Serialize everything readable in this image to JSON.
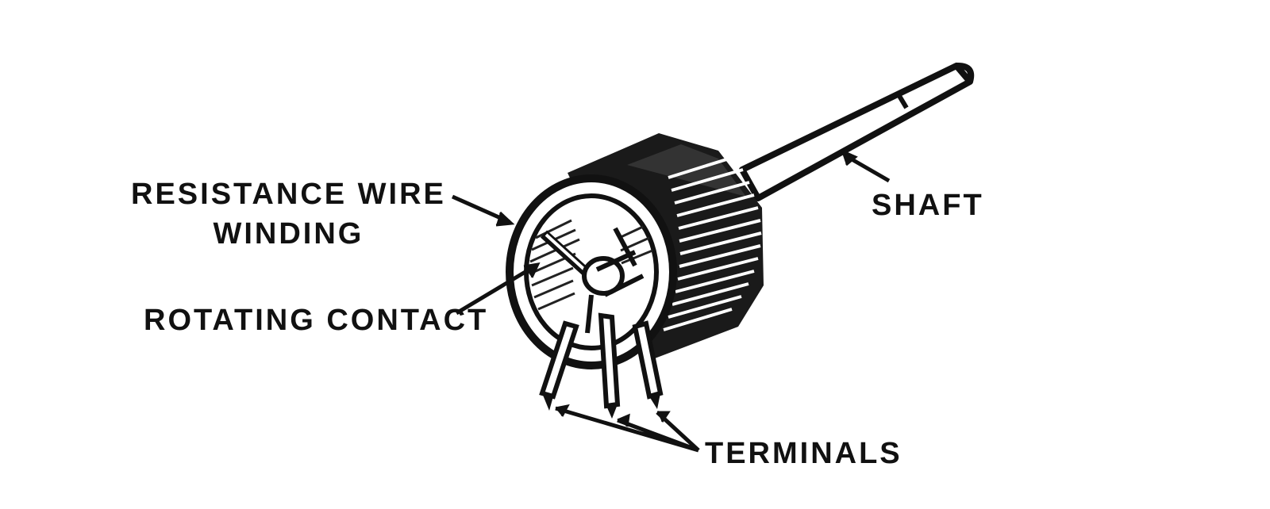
{
  "labels": {
    "resistance_line1": "RESISTANCE WIRE",
    "resistance_line2": "WINDING",
    "rotating_contact": "ROTATING CONTACT",
    "shaft": "SHAFT",
    "terminals": "TERMINALS"
  },
  "colors": {
    "ink": "#111111",
    "paper": "#ffffff"
  }
}
